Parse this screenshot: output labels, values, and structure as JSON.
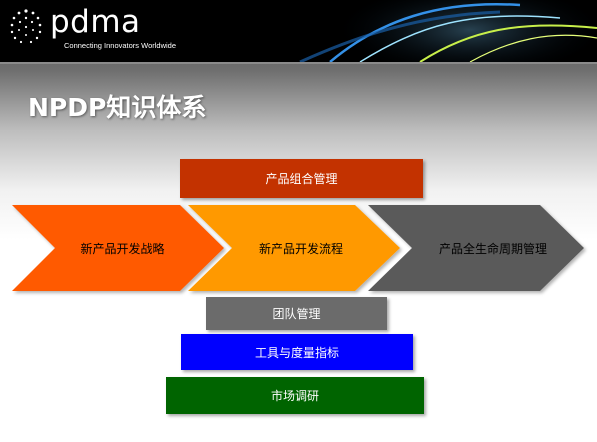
{
  "header": {
    "logo_text": "pdma",
    "tagline": "Connecting Innovators Worldwide"
  },
  "title": "NPDP知识体系",
  "boxes": {
    "portfolio": "产品组合管理",
    "team": "团队管理",
    "tools": "工具与度量指标",
    "research": "市场调研"
  },
  "chevrons": {
    "strategy": "新产品开发战略",
    "process": "新产品开发流程",
    "lifecycle": "产品全生命周期管理"
  },
  "colors": {
    "portfolio": "#c33200",
    "strategy": "#ff5a00",
    "process": "#ff9900",
    "lifecycle": "#5a5a5a",
    "team": "#6b6b6b",
    "tools": "#0000ff",
    "research": "#006400"
  },
  "icons": [
    "dots-logo-icon",
    "light-swoosh-decoration"
  ]
}
